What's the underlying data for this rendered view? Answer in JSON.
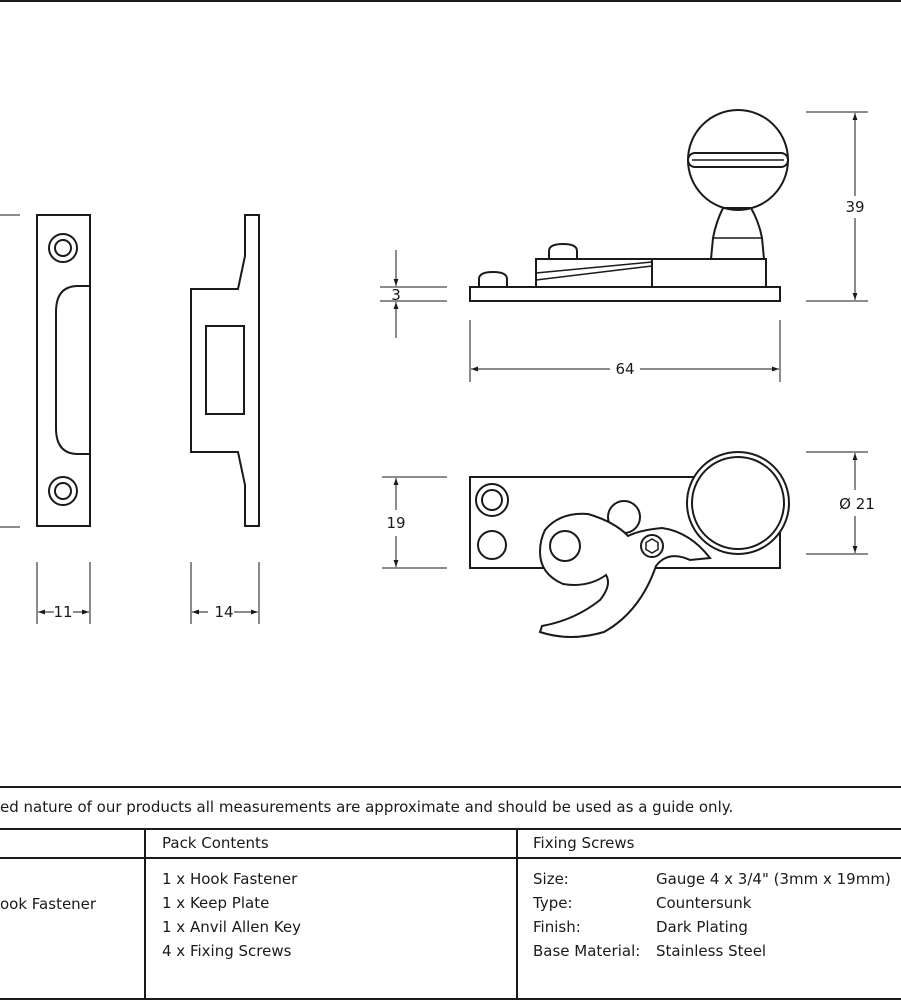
{
  "dimensions": {
    "keep_plate_width": "11",
    "keep_side_width": "14",
    "fastener_height": "39",
    "plate_thickness": "3",
    "fastener_length": "64",
    "plate_width": "19",
    "knob_diameter": "Ø 21"
  },
  "disclaimer": "ed nature of our products all measurements are approximate and should be used as a guide only.",
  "table": {
    "product_name": "ook Fastener",
    "pack_contents": {
      "header": "Pack Contents",
      "items": [
        "1 x Hook Fastener",
        "1 x Keep Plate",
        "1 x Anvil Allen Key",
        "4 x Fixing Screws"
      ]
    },
    "fixing_screws": {
      "header": "Fixing Screws",
      "rows": [
        {
          "label": "Size:",
          "value": "Gauge 4 x 3/4\" (3mm x 19mm)"
        },
        {
          "label": "Type:",
          "value": "Countersunk"
        },
        {
          "label": "Finish:",
          "value": "Dark Plating"
        },
        {
          "label": "Base Material:",
          "value": "Stainless Steel"
        }
      ]
    }
  }
}
